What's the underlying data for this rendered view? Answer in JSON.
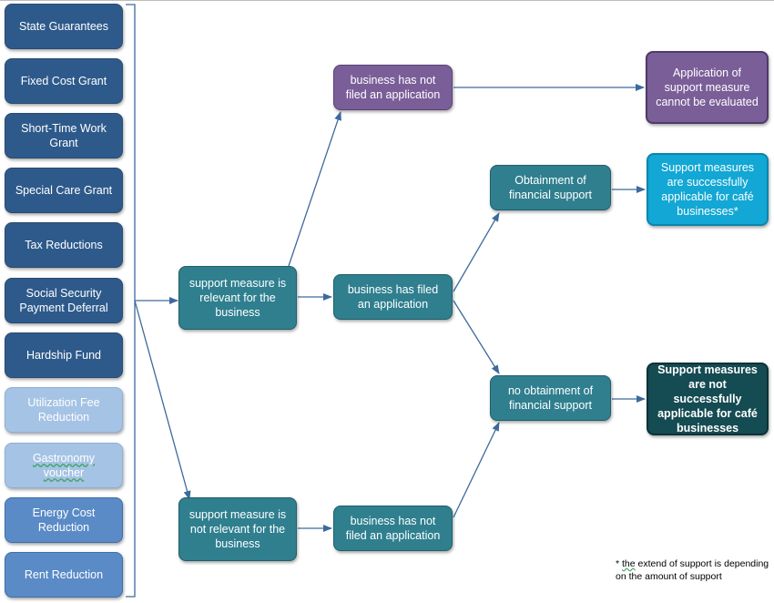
{
  "measures": [
    {
      "label": "State Guarantees",
      "style": "dark"
    },
    {
      "label": "Fixed Cost Grant",
      "style": "dark"
    },
    {
      "label": "Short-Time Work Grant",
      "style": "dark"
    },
    {
      "label": "Special Care Grant",
      "style": "dark"
    },
    {
      "label": "Tax Reductions",
      "style": "dark"
    },
    {
      "label": "Social Security Payment Deferral",
      "style": "dark"
    },
    {
      "label": "Hardship Fund",
      "style": "dark"
    },
    {
      "label": "Utilization Fee Reduction",
      "style": "light"
    },
    {
      "label": "Gastronomy voucher",
      "style": "light"
    },
    {
      "label": "Energy Cost Reduction",
      "style": "mid"
    },
    {
      "label": "Rent Reduction",
      "style": "mid"
    }
  ],
  "nodes": {
    "relevant": "support measure is relevant for the business",
    "not_relevant": "support measure is not relevant for the business",
    "not_filed_top": "business has not filed an application",
    "filed": "business has filed an application",
    "not_filed_bottom": "business has not filed an application",
    "obtainment": "Obtainment of financial support",
    "no_obtainment": "no obtainment of financial support",
    "cannot_evaluate": "Application of support measure cannot be evaluated",
    "success": "Support measures are successfully applicable for café businesses*",
    "not_success": "Support measures are not successfully applicable for café businesses"
  },
  "footnote": {
    "star": "* ",
    "the": "the",
    "rest": " extend of support is depending on the amount of support"
  },
  "colors": {
    "measure_dark": "#2e5a8b",
    "measure_light": "#a5c3e5",
    "measure_mid": "#5a8bc6",
    "teal": "#2f7f8f",
    "purple": "#7a5e98",
    "cyan": "#12a7d4",
    "dark_teal": "#154b52",
    "arrow": "#3d6a9c"
  }
}
